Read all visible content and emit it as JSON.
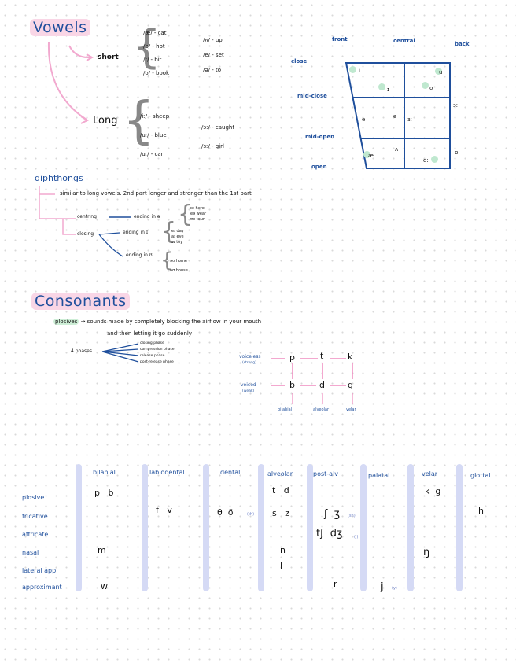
{
  "vowels": {
    "heading": "Vowels",
    "short_label": "short",
    "long_label": "Long",
    "short_left": [
      "/æ/ - cat",
      "/ɒ/ - hot",
      "/ɪ/ - bit",
      "/ʊ/ - book"
    ],
    "short_right": [
      "/ʌ/ - up",
      "/e/ - set",
      "/ə/ - to"
    ],
    "long_left": [
      "/iː/ - sheep",
      "/uː/ - blue",
      "/ɑː/ - car"
    ],
    "long_right": [
      "/ɔː/ - caught",
      "/ɜː/ - girl"
    ]
  },
  "vowel_chart": {
    "col_headers": [
      "front",
      "central",
      "back"
    ],
    "row_headers": [
      "close",
      "mid-close",
      "mid-open",
      "open"
    ],
    "symbols": {
      "i": "i",
      "u": "u",
      "I": "ɪ",
      "U": "ʊ",
      "e": "e",
      "schwa": "ə",
      "er": "ɜː",
      "or": "ɔː",
      "ae": "æ",
      "uh": "ʌ",
      "a": "ɑː",
      "o": "ɒ"
    }
  },
  "diphthongs": {
    "heading": "diphthongs",
    "desc": "similar to long vowels.  2nd part longer and stronger than the 1st part",
    "centring_label": "centring",
    "centring_rule": "ending in ə",
    "centring_items": [
      "ɪə here",
      "eə wear",
      "ʊə tour"
    ],
    "closing_label": "closing",
    "closing_i_rule": "ending in ɪ",
    "closing_i_items": [
      "eɪ day",
      "aɪ eye",
      "ɔɪ toy"
    ],
    "closing_u_rule": "ending in ʊ",
    "closing_u_items": [
      "əʊ home",
      "aʊ house"
    ]
  },
  "consonants": {
    "heading": "Consonants",
    "plosives_term": "plosives",
    "plosives_def_1": "→ sounds made by completely blocking the airflow in your mouth",
    "plosives_def_2": "and then letting it go suddenly",
    "phases_label": "4 phases",
    "phases": [
      "closing phase",
      "compression phase",
      "release phase",
      "post-release phase"
    ]
  },
  "plosive_chart": {
    "voiceless_label": "voiceless",
    "voiceless_sub": "(strong)",
    "voiced_label": "voiced",
    "voiced_sub": "(weak)",
    "voiceless": [
      "p",
      "t",
      "k"
    ],
    "voiced": [
      "b",
      "d",
      "g"
    ],
    "places": [
      "bilabial",
      "alveolar",
      "velar"
    ]
  },
  "consonant_table": {
    "columns": [
      "bilabial",
      "labiodental",
      "dental",
      "alveolar",
      "post-alv",
      "palatal",
      "velar",
      "glottal"
    ],
    "rows": [
      "plosive",
      "fricative",
      "affricate",
      "nasal",
      "lateral app",
      "approximant"
    ],
    "cells": {
      "bilabial_plosive": "p   b",
      "labiodental_fricative": "f   v",
      "dental_fricative": "θ  ð",
      "dental_note": "(th)",
      "alveolar_plosive": "t   d",
      "alveolar_fricative": "s   z",
      "postalv_fricative": "ʃ  ʒ",
      "postalv_fricative_note": "(sh)",
      "postalv_affricate": "tʃ  dʒ",
      "postalv_affricate_note": "(j)",
      "velar_plosive": "k  g",
      "glottal_fricative": "h",
      "bilabial_nasal": "m",
      "alveolar_nasal": "n",
      "velar_nasal": "ŋ",
      "alveolar_lateral": "l",
      "postalv_approx": "r",
      "palatal_approx": "j",
      "palatal_note": "(y)",
      "bilabial_approx": "w"
    }
  }
}
